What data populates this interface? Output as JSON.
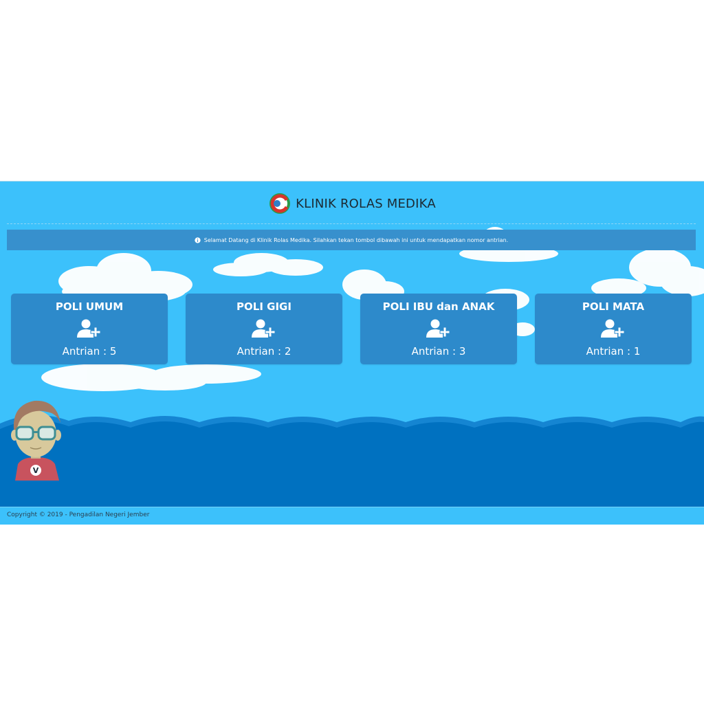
{
  "header": {
    "title": "KLINIK ROLAS MEDIKA",
    "logo_icon": "clinic-logo-icon"
  },
  "alert": {
    "icon": "info-circle-icon",
    "message": "Selamat Datang di Klinik Rolas Medika. Silahkan tekan tombol dibawah ini untuk mendapatkan nomor antrian."
  },
  "cards": [
    {
      "title": "POLI UMUM",
      "icon": "user-add-icon",
      "count_label": "Antrian : 5"
    },
    {
      "title": "POLI GIGI",
      "icon": "user-add-icon",
      "count_label": "Antrian : 2"
    },
    {
      "title": "POLI IBU dan ANAK",
      "icon": "user-add-icon",
      "count_label": "Antrian : 3"
    },
    {
      "title": "POLI MATA",
      "icon": "user-add-icon",
      "count_label": "Antrian : 1"
    }
  ],
  "footer": {
    "copyright": "Copyright © 2019 - Pengadilan Negeri Jember"
  },
  "colors": {
    "sky": "#3cc1fb",
    "card": "#2d8acb",
    "alert": "#3790cd",
    "wave_dark": "#0071c0",
    "wave_light": "#1585d2"
  }
}
